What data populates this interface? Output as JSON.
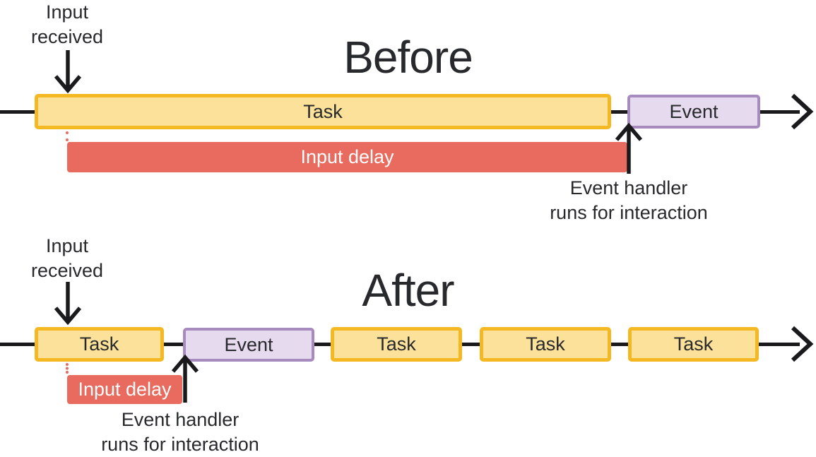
{
  "colors": {
    "background": "#FFFFFF",
    "task_fill": "#FBE199",
    "task_border": "#F3B822",
    "event_fill": "#E6DAEE",
    "event_border": "#A78BBF",
    "delay_fill": "#E96A5E",
    "delay_text": "#FFFFFF",
    "arrow": "#1A1A1C",
    "text": "#28292C"
  },
  "before": {
    "title": "Before",
    "input_annotation": {
      "line1": "Input",
      "line2": "received"
    },
    "bars": [
      {
        "type": "task",
        "label": "Task"
      },
      {
        "type": "event",
        "label": "Event"
      }
    ],
    "input_delay": {
      "label": "Input delay"
    },
    "handler_annotation": {
      "line1": "Event handler",
      "line2": "runs for interaction"
    }
  },
  "after": {
    "title": "After",
    "input_annotation": {
      "line1": "Input",
      "line2": "received"
    },
    "bars": [
      {
        "type": "task",
        "label": "Task"
      },
      {
        "type": "event",
        "label": "Event"
      },
      {
        "type": "task",
        "label": "Task"
      },
      {
        "type": "task",
        "label": "Task"
      },
      {
        "type": "task",
        "label": "Task"
      }
    ],
    "input_delay": {
      "label": "Input delay"
    },
    "handler_annotation": {
      "line1": "Event handler",
      "line2": "runs for interaction"
    }
  }
}
